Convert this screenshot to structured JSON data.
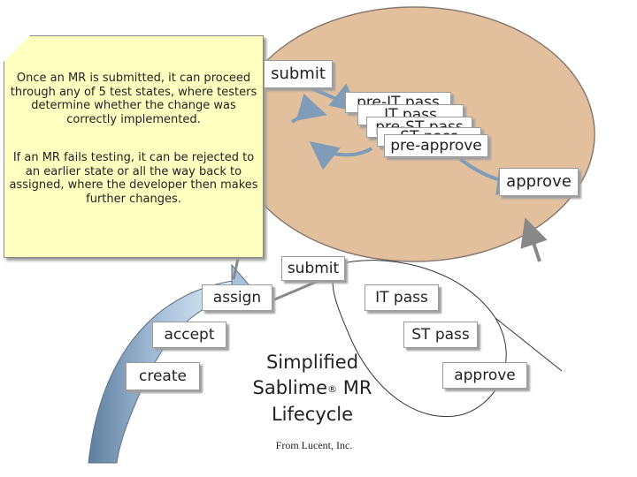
{
  "colors": {
    "oval_fill": "#e2c09e",
    "oval_stroke": "#8a7a70",
    "arrow_blue": "#7f9db9",
    "note_fill": "#ffffc0",
    "box_fill": "#ffffff"
  },
  "note": {
    "text_1": "Once an MR is submitted, it can proceed through any of 5 test states, where testers determine whether the change was correctly implemented.",
    "text_2": "If an MR fails testing, it can be rejected to an earlier state or all the way back to assigned, where the developer then makes further changes."
  },
  "upper_states": {
    "submit": "submit",
    "pre_it_pass": "pre-IT pass",
    "it_pass": "IT pass",
    "pre_st_pass": "pre-ST pass",
    "st_pass": "ST pass",
    "pre_approve": "pre-approve",
    "approve": "approve"
  },
  "lower_states": {
    "submit": "submit",
    "assign": "assign",
    "it_pass": "IT pass",
    "accept": "accept",
    "st_pass": "ST pass",
    "create": "create",
    "approve": "approve"
  },
  "title": {
    "line_1": "Simplified",
    "line_2a": "Sablime",
    "registered": "®",
    "line_2b": " MR",
    "line_3": "Lifecycle"
  },
  "credit": "From Lucent, Inc.",
  "icons": [
    "sticky-note-icon",
    "arrow-icon"
  ]
}
